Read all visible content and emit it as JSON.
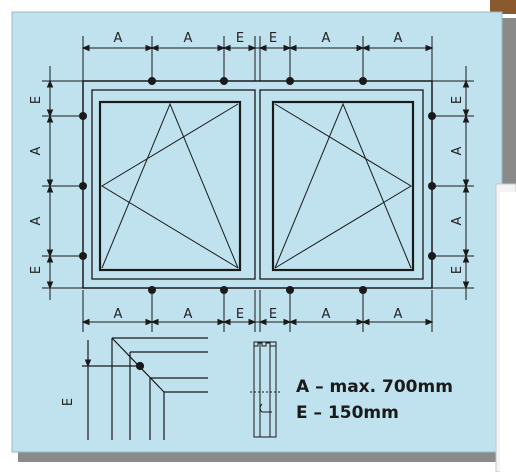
{
  "colors": {
    "panel_background": "#bfe2ee",
    "line": "#1a1a1a",
    "shadow": "#8a8a8a",
    "accent_brown": "#8a5a2e"
  },
  "dimension_labels": {
    "top": [
      "A",
      "A",
      "E",
      "E",
      "A",
      "A"
    ],
    "bottom": [
      "A",
      "A",
      "E",
      "E",
      "A",
      "A"
    ],
    "left": [
      "E",
      "A",
      "A",
      "E"
    ],
    "right": [
      "E",
      "A",
      "A",
      "E"
    ],
    "detail": "E"
  },
  "legend": {
    "line_a": "A – max. 700mm",
    "line_e": "E – 150mm"
  }
}
